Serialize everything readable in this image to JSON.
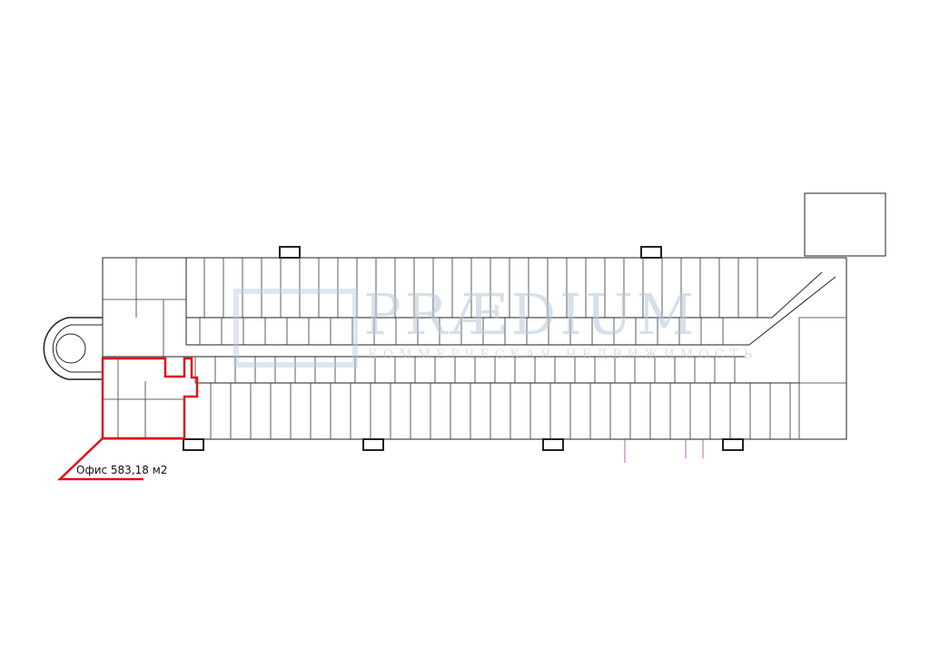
{
  "plan": {
    "office_label": "Офис 583,18 м2",
    "highlight_color": "#e0101e",
    "wall_color": "#222222"
  },
  "watermark": {
    "brand": "PRÆDIUM",
    "tagline": "КОММЕРЧЕСКАЯ НЕДВИЖИМОСТЬ"
  }
}
